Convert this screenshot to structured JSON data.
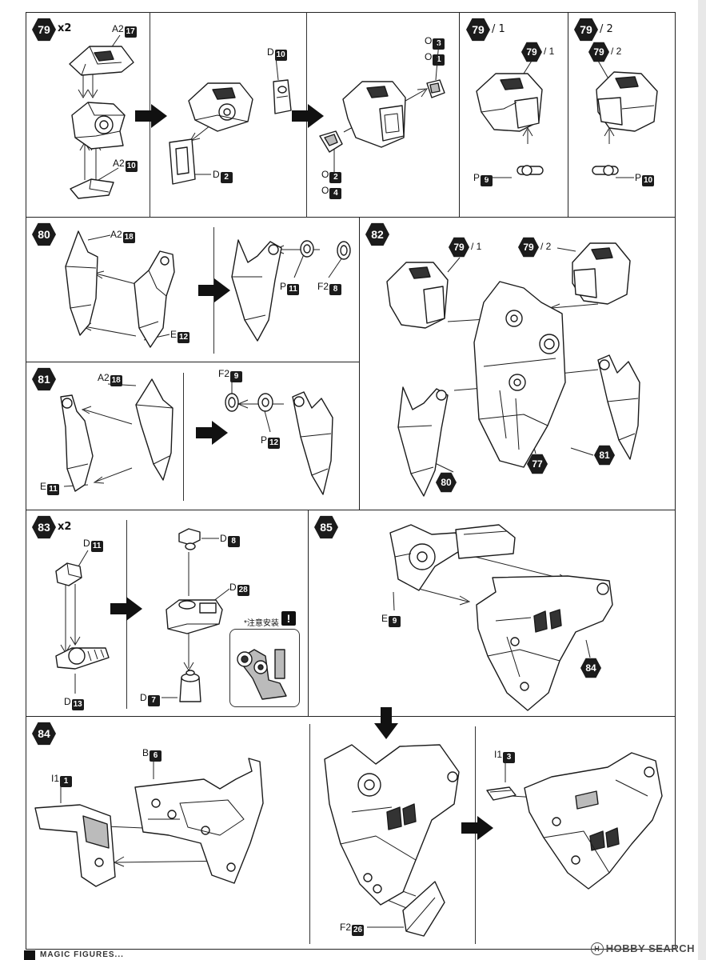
{
  "steps": {
    "s79": {
      "number": "79",
      "multiplier": "x2"
    },
    "s79_1": {
      "number": "79",
      "variant": "/ 1"
    },
    "s79_2": {
      "number": "79",
      "variant": "/ 2"
    },
    "s80": {
      "number": "80"
    },
    "s81": {
      "number": "81"
    },
    "s82": {
      "number": "82"
    },
    "s83": {
      "number": "83",
      "multiplier": "x2"
    },
    "s84": {
      "number": "84"
    },
    "s85": {
      "number": "85"
    }
  },
  "refs": {
    "r79_1": {
      "number": "79",
      "variant": "/ 1"
    },
    "r79_2": {
      "number": "79",
      "variant": "/ 2"
    },
    "r82_79_1": {
      "number": "79",
      "variant": "/ 1"
    },
    "r82_79_2": {
      "number": "79",
      "variant": "/ 2"
    },
    "r82_80": {
      "number": "80"
    },
    "r82_81": {
      "number": "81"
    },
    "r82_77": {
      "number": "77"
    },
    "r85_84": {
      "number": "84"
    }
  },
  "callouts": {
    "c79_a2_17": {
      "runner": "A2",
      "part": "17"
    },
    "c79_a2_10": {
      "runner": "A2",
      "part": "10"
    },
    "c79_d_10": {
      "runner": "D",
      "part": "10"
    },
    "c79_d_2": {
      "runner": "D",
      "part": "2"
    },
    "c79_o_3": {
      "runner": "O",
      "part": "3"
    },
    "c79_o_1": {
      "runner": "O",
      "part": "1"
    },
    "c79_o_2": {
      "runner": "O",
      "part": "2"
    },
    "c79_o_4": {
      "runner": "O",
      "part": "4"
    },
    "c79_p_9": {
      "runner": "P",
      "part": "9"
    },
    "c79_p_10": {
      "runner": "P",
      "part": "10"
    },
    "c80_a2_18": {
      "runner": "A2",
      "part": "18"
    },
    "c80_e_12": {
      "runner": "E",
      "part": "12"
    },
    "c80_p_11": {
      "runner": "P",
      "part": "11"
    },
    "c80_f2_8": {
      "runner": "F2",
      "part": "8"
    },
    "c81_a2_18": {
      "runner": "A2",
      "part": "18"
    },
    "c81_e_11": {
      "runner": "E",
      "part": "11"
    },
    "c81_f2_9": {
      "runner": "F2",
      "part": "9"
    },
    "c81_p_12": {
      "runner": "P",
      "part": "12"
    },
    "c83_d_11": {
      "runner": "D",
      "part": "11"
    },
    "c83_d_13": {
      "runner": "D",
      "part": "13"
    },
    "c83_d_8": {
      "runner": "D",
      "part": "8"
    },
    "c83_d_28": {
      "runner": "D",
      "part": "28"
    },
    "c83_d_7": {
      "runner": "D",
      "part": "7"
    },
    "c84_i1_1": {
      "runner": "I1",
      "part": "1"
    },
    "c84_b_6": {
      "runner": "B",
      "part": "6"
    },
    "c84_i1_3": {
      "runner": "I1",
      "part": "3"
    },
    "c84_f2_26": {
      "runner": "F2",
      "part": "26"
    },
    "c85_e_9": {
      "runner": "E",
      "part": "9"
    }
  },
  "note": {
    "label": "*注意安装",
    "mark": "!"
  },
  "watermark": {
    "mark": "H",
    "text": "HOBBY SEARCH"
  },
  "footer": {
    "text": "MAGIC FIGURES..."
  }
}
